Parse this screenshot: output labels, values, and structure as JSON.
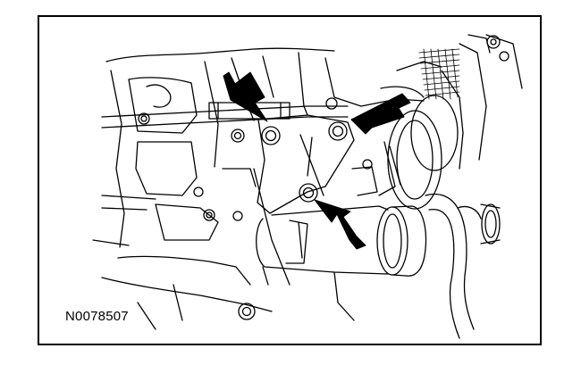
{
  "figure": {
    "id": "N0078507"
  },
  "colors": {
    "line": "#000000",
    "background": "#ffffff",
    "arrow": "#000000"
  },
  "callouts": {
    "count": 3,
    "style": "solid-black-arrow"
  }
}
